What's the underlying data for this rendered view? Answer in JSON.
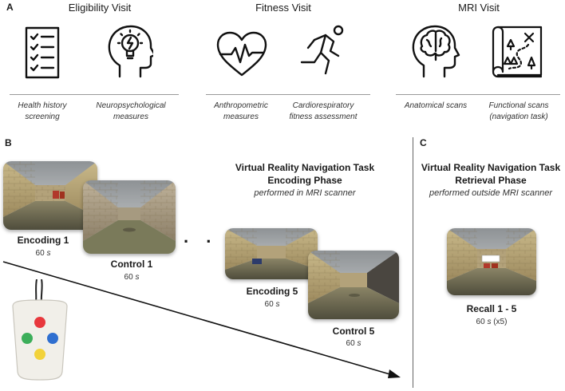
{
  "panel_a": {
    "letter": "A",
    "groups": [
      {
        "title": "Eligibility Visit",
        "items": [
          {
            "icon": "checklist-icon",
            "caption_lines": [
              "Health history",
              "screening"
            ]
          },
          {
            "icon": "lightbulb-head-icon",
            "caption_lines": [
              "Neuropsychological",
              "measures"
            ]
          }
        ]
      },
      {
        "title": "Fitness Visit",
        "items": [
          {
            "icon": "heart-pulse-icon",
            "caption_lines": [
              "Anthropometric",
              "measures"
            ]
          },
          {
            "icon": "runner-icon",
            "caption_lines": [
              "Cardiorespiratory",
              "fitness assessment"
            ]
          }
        ]
      },
      {
        "title": "MRI Visit",
        "items": [
          {
            "icon": "brain-head-icon",
            "caption_lines": [
              "Anatomical scans"
            ]
          },
          {
            "icon": "treasure-map-icon",
            "caption_lines": [
              "Functional scans",
              "(navigation task)"
            ]
          }
        ]
      }
    ]
  },
  "panel_b": {
    "letter": "B",
    "title_lines": [
      "Virtual Reality Navigation Task",
      "Encoding Phase"
    ],
    "subtitle": "performed in MRI scanner",
    "ellipsis": ". . .",
    "trials": [
      {
        "label": "Encoding 1",
        "duration_value": "60",
        "duration_unit": "s"
      },
      {
        "label": "Control 1",
        "duration_value": "60",
        "duration_unit": "s"
      },
      {
        "label": "Encoding 5",
        "duration_value": "60",
        "duration_unit": "s"
      },
      {
        "label": "Control 5",
        "duration_value": "60",
        "duration_unit": "s"
      }
    ],
    "controller_button_colors": [
      "#e8383d",
      "#3cae5a",
      "#2f6fd0",
      "#f2d23a"
    ]
  },
  "panel_c": {
    "letter": "C",
    "title_lines": [
      "Virtual Reality Navigation Task",
      "Retrieval Phase"
    ],
    "subtitle": "performed outside MRI scanner",
    "trial": {
      "label": "Recall 1 - 5",
      "duration_value": "60",
      "duration_unit": "s",
      "duration_suffix": "(x5)"
    }
  }
}
